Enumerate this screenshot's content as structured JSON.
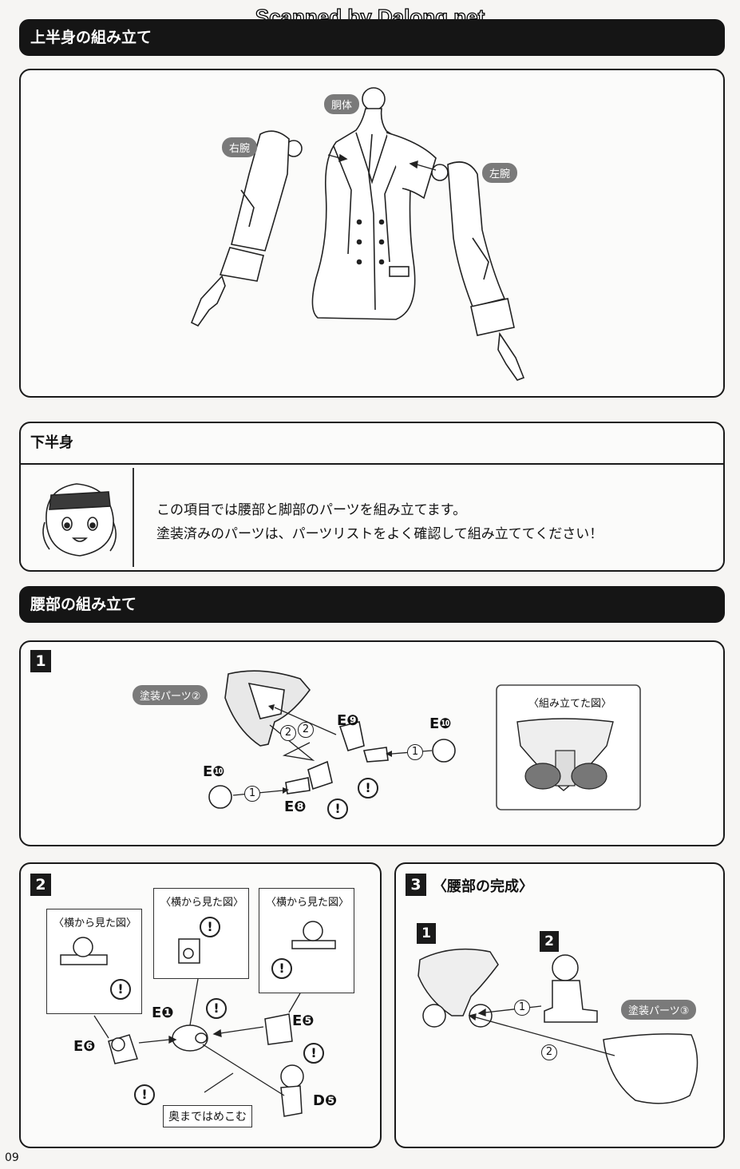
{
  "watermark": "Scanned by Dalong.net",
  "page_number": "09",
  "sections": {
    "upper": {
      "title": "上半身の組み立て",
      "tags": {
        "torso": "胴体",
        "right_arm": "右腕",
        "left_arm": "左腕"
      }
    },
    "lower": {
      "title": "下半身",
      "line1": "この項目では腰部と脚部のパーツを組み立てます。",
      "line2": "塗装済みのパーツは、パーツリストをよく確認して組み立ててください！"
    },
    "waist": {
      "title": "腰部の組み立て"
    }
  },
  "step1": {
    "number": "1",
    "painted_tag": "塗装パーツ②",
    "assembled_caption": "〈組み立てた図〉",
    "parts": {
      "e9": "E❾",
      "e10_right": "E❿",
      "e10_left": "E❿",
      "e8": "E❽"
    },
    "step_marks": {
      "s2a": "2",
      "s2b": "2",
      "s1a": "1",
      "s1b": "1"
    },
    "warn": "!"
  },
  "step2": {
    "number": "2",
    "side_views": [
      "〈横から見た図〉",
      "〈横から見た図〉",
      "〈横から見た図〉"
    ],
    "parts": {
      "e1": "E❶",
      "e5": "E❺",
      "e6": "E❻",
      "d5": "D❺"
    },
    "push_note": "奥まではめこむ",
    "warn": "!"
  },
  "step3": {
    "number": "3",
    "title": "〈腰部の完成〉",
    "sub1": "1",
    "sub2": "2",
    "painted_tag": "塗装パーツ③",
    "step_marks": {
      "s1": "1",
      "s2": "2"
    }
  }
}
